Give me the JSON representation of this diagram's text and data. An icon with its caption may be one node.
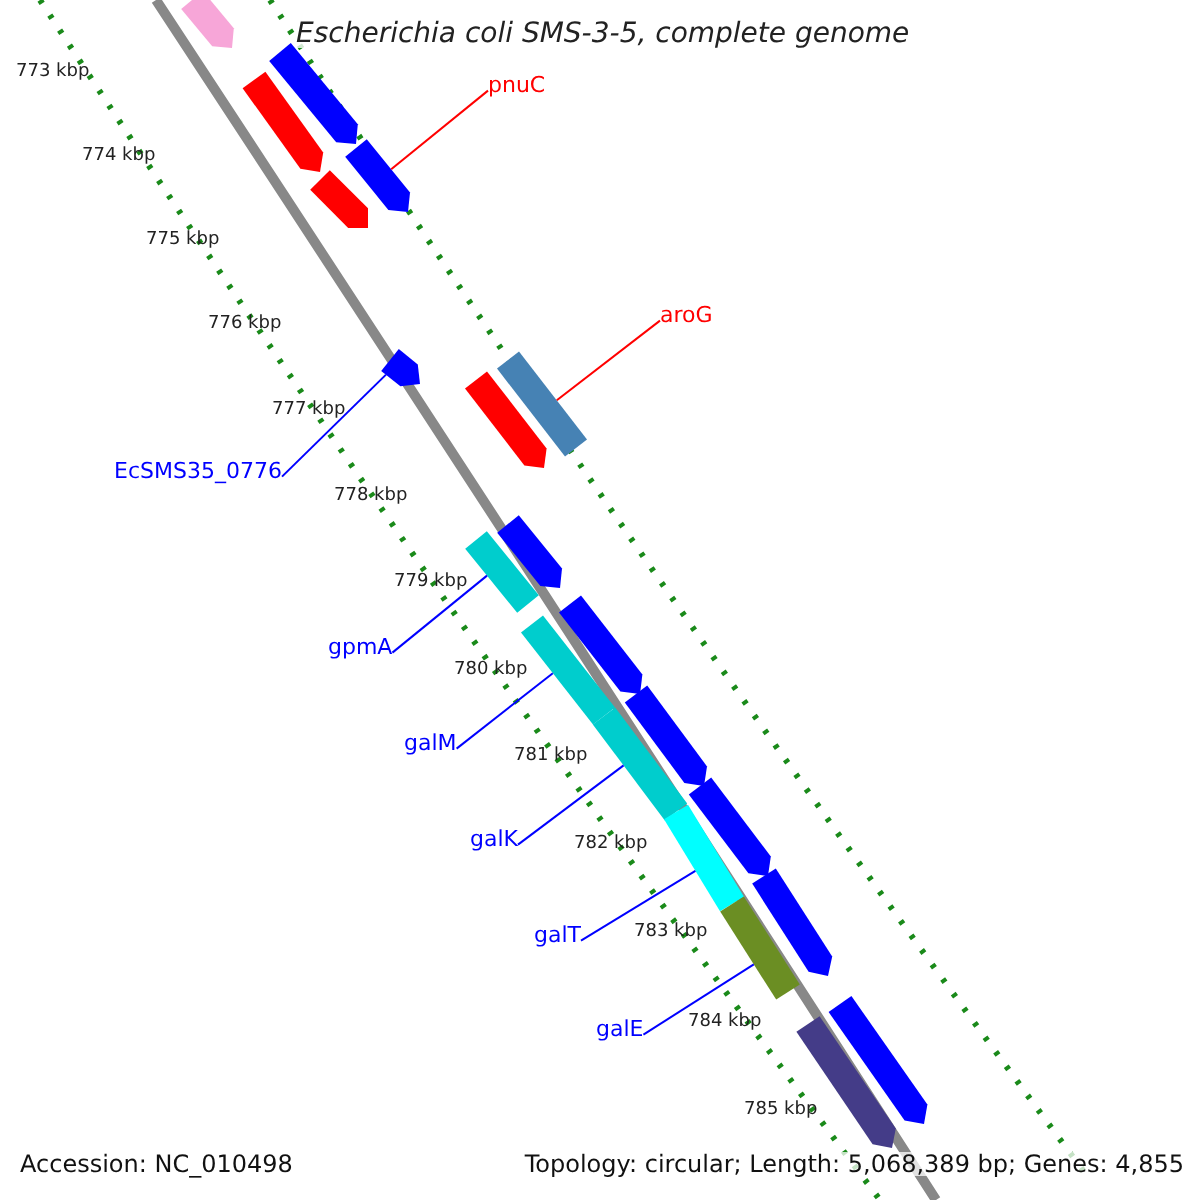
{
  "diagram": {
    "title": "Escherichia coli SMS-3-5, complete genome",
    "nodes": [
      {
        "text": [
          "pnuC"
        ]
      },
      {
        "text": [
          "aroG"
        ]
      },
      {
        "text": [
          "EcSMS35_0776"
        ]
      },
      {
        "text": [
          "gpmA"
        ]
      },
      {
        "text": [
          "galM"
        ]
      },
      {
        "text": [
          "galK"
        ]
      },
      {
        "text": [
          "galT"
        ]
      },
      {
        "text": [
          "galE"
        ]
      },
      {
        "text": [],
        "shape": "bar"
      },
      {
        "text": [],
        "shape": "bar"
      },
      {
        "text": [],
        "shape": "bar"
      },
      {
        "text": [],
        "shape": "bar"
      },
      {
        "text": [],
        "shape": "bar"
      },
      {
        "text": [],
        "shape": "bar"
      },
      {
        "text": [],
        "shape": "bar"
      },
      {
        "text": [],
        "shape": "bar"
      }
    ],
    "edges": [
      {
        "from": 0,
        "to": 8,
        "arrow": "none",
        "color": "#ff0000"
      },
      {
        "from": 1,
        "to": 10,
        "arrow": "none",
        "color": "#ff0000"
      },
      {
        "from": 2,
        "to": 9,
        "arrow": "none"
      },
      {
        "from": 3,
        "to": 11,
        "arrow": "none"
      },
      {
        "from": 4,
        "to": 12,
        "arrow": "none"
      },
      {
        "from": 5,
        "to": 13,
        "arrow": "none"
      },
      {
        "from": 6,
        "to": 14,
        "arrow": "none"
      },
      {
        "from": 7,
        "to": 15,
        "arrow": "none"
      }
    ],
    "labels": [
      "773 kbp",
      "774 kbp",
      "775 kbp",
      "776 kbp",
      "777 kbp",
      "778 kbp",
      "779 kbp",
      "780 kbp",
      "781 kbp",
      "782 kbp",
      "783 kbp",
      "784 kbp",
      "785 kbp",
      "Accession: NC_010498",
      "Topology: circular; Length: 5,068,389 bp; Genes: 4,855"
    ]
  }
}
